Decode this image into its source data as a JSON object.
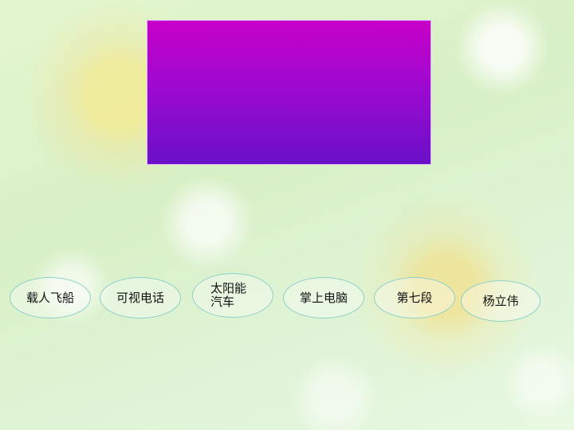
{
  "words": [
    {
      "label": "载人飞船"
    },
    {
      "label": "可视电话"
    },
    {
      "label": "太阳能汽车"
    },
    {
      "label": "掌上电脑"
    },
    {
      "label": "第七段"
    },
    {
      "label": "杨立伟"
    }
  ],
  "colors": {
    "panel_top": "#c800c8",
    "panel_bottom": "#6a10c8",
    "bubble_border": "#8ed0c8"
  }
}
